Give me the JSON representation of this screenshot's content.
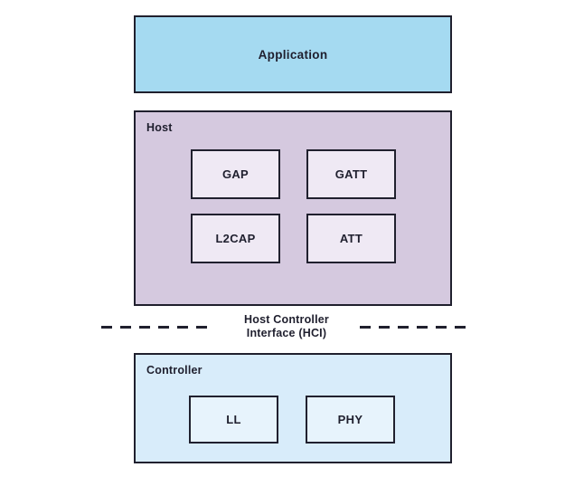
{
  "diagram": {
    "title_hint": "BLE protocol stack",
    "application": {
      "label": "Application"
    },
    "host": {
      "label": "Host",
      "boxes": [
        {
          "label": "GAP"
        },
        {
          "label": "GATT"
        },
        {
          "label": "L2CAP"
        },
        {
          "label": "ATT"
        }
      ]
    },
    "hci": {
      "label_line1": "Host Controller",
      "label_line2": "Interface (HCI)"
    },
    "controller": {
      "label": "Controller",
      "boxes": [
        {
          "label": "LL"
        },
        {
          "label": "PHY"
        }
      ]
    },
    "colors": {
      "application_fill": "#a5daf1",
      "host_fill": "#d5c9df",
      "host_inner_fill": "#efe9f4",
      "controller_fill": "#d8ecfa",
      "controller_inner_fill": "#e7f3fc",
      "border": "#20202e",
      "background": "#ffffff"
    }
  }
}
